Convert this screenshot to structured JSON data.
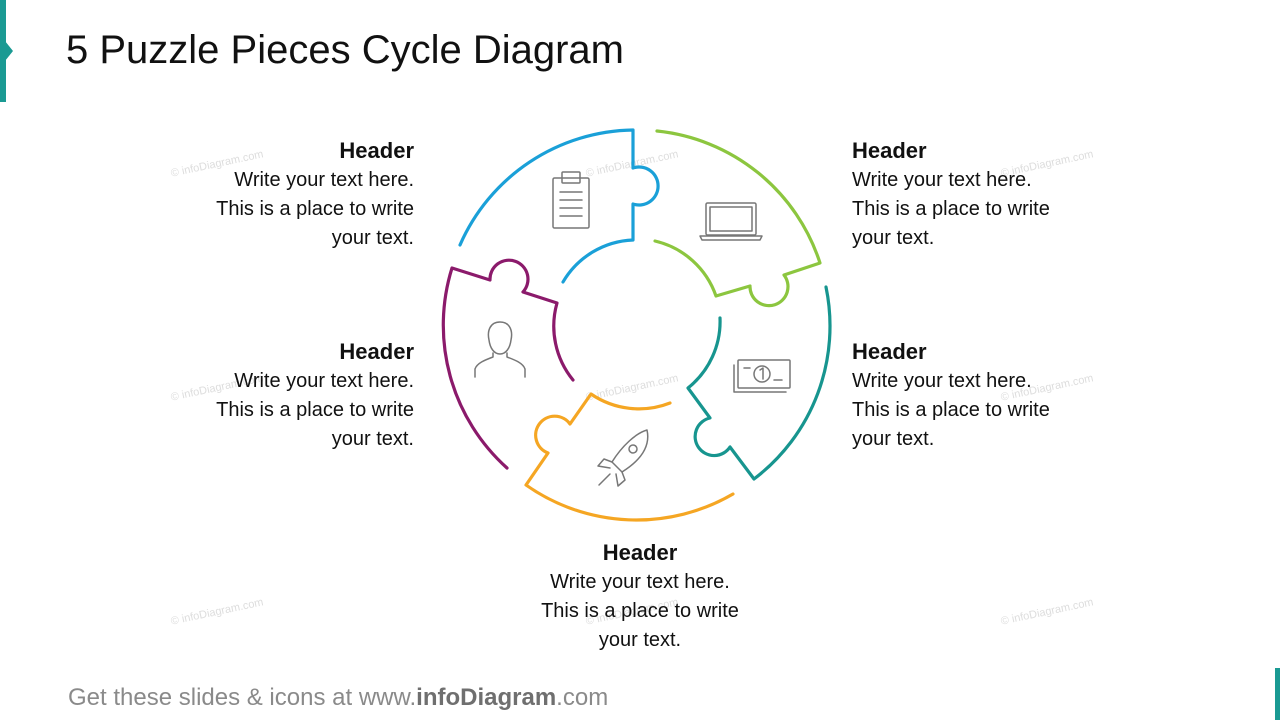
{
  "title": "5 Puzzle Pieces Cycle Diagram",
  "colors": {
    "accent": "#1a9a93",
    "piece_blue": "#1aa0d8",
    "piece_green": "#8cc63f",
    "piece_teal": "#17958f",
    "piece_orange": "#f5a623",
    "piece_purple": "#8b1a6b",
    "icon_gray": "#777777"
  },
  "items": [
    {
      "header": "Header",
      "text": "Write your text here.\nThis is a place to write\nyour text.",
      "icon": "clipboard-icon"
    },
    {
      "header": "Header",
      "text": "Write your text here.\nThis is a place to write\nyour text.",
      "icon": "laptop-icon"
    },
    {
      "header": "Header",
      "text": "Write your text here.\nThis is a place to write\nyour text.",
      "icon": "money-icon"
    },
    {
      "header": "Header",
      "text": "Write your text here.\nThis is a place to write\nyour text.",
      "icon": "rocket-icon"
    },
    {
      "header": "Header",
      "text": "Write your text here.\nThis is a place to write\nyour text.",
      "icon": "person-icon"
    }
  ],
  "footer": {
    "prefix": "Get these slides & icons at www.",
    "brand": "infoDiagram",
    "suffix": ".com"
  },
  "watermark": "© infoDiagram.com"
}
